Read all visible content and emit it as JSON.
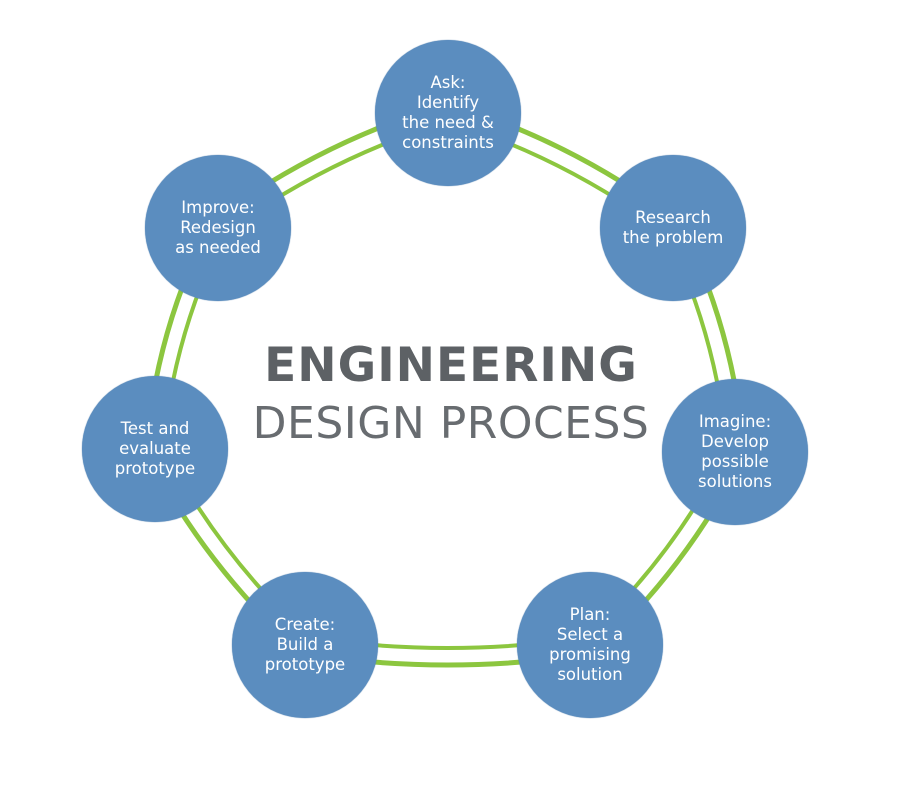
{
  "title": {
    "line1": "ENGINEERING",
    "line2": "DESIGN PROCESS"
  },
  "steps": [
    {
      "label": "Ask:\nIdentify\nthe need &\nconstraints"
    },
    {
      "label": "Research\nthe problem"
    },
    {
      "label": "Imagine:\nDevelop\npossible\nsolutions"
    },
    {
      "label": "Plan:\nSelect a\npromising\nsolution"
    },
    {
      "label": "Create:\nBuild a\nprototype"
    },
    {
      "label": "Test and\nevaluate\nprototype"
    },
    {
      "label": "Improve:\nRedesign\nas needed"
    }
  ],
  "colors": {
    "node": "#5b8dbf",
    "ring": "#8cc63f",
    "title": "#5d6165"
  }
}
